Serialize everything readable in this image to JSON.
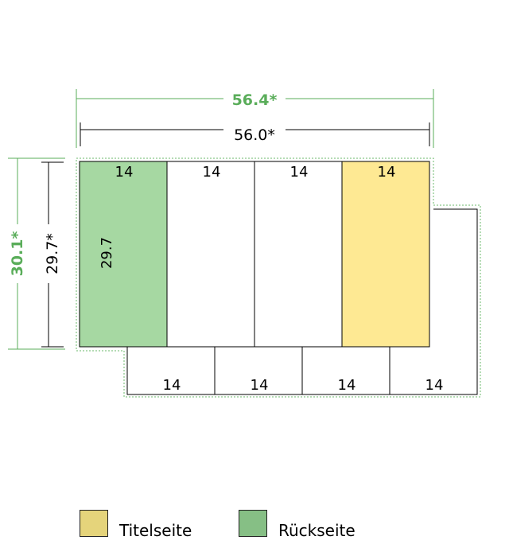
{
  "colors": {
    "green_dim": "#5aad5a",
    "black": "#000000",
    "back_fill": "#a6d8a2",
    "title_fill": "#fee993",
    "legend_title": "#e5d47b",
    "legend_back": "#86bf85",
    "dotted": "#6bb86b"
  },
  "dimensions": {
    "outer_width": "56.4*",
    "inner_width": "56.0*",
    "outer_height": "30.1*",
    "inner_height": "29.7*",
    "panel_height": "29.7"
  },
  "top_panels": [
    {
      "label": "14",
      "role": "back"
    },
    {
      "label": "14",
      "role": "plain"
    },
    {
      "label": "14",
      "role": "plain"
    },
    {
      "label": "14",
      "role": "title"
    }
  ],
  "bottom_panels": [
    {
      "label": "14"
    },
    {
      "label": "14"
    },
    {
      "label": "14"
    },
    {
      "label": "14"
    }
  ],
  "legend": {
    "title_page": "Titelseite",
    "back_page": "Rückseite"
  }
}
